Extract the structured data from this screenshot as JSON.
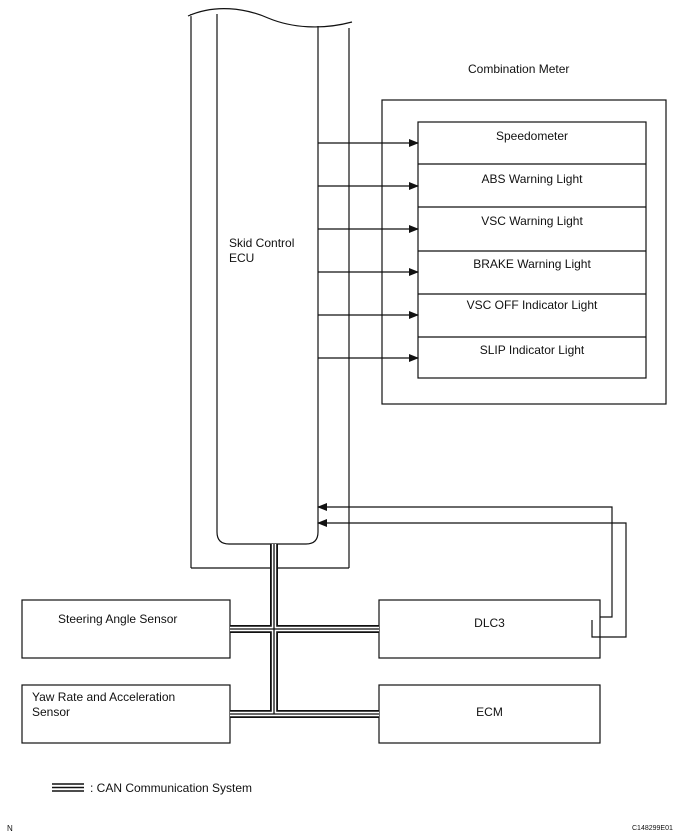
{
  "ecu": {
    "label_line1": "Skid Control",
    "label_line2": "ECU"
  },
  "combination_meter": {
    "title": "Combination Meter",
    "items": [
      "Speedometer",
      "ABS Warning Light",
      "VSC Warning Light",
      "BRAKE Warning Light",
      "VSC OFF Indicator Light",
      "SLIP Indicator Light"
    ]
  },
  "components": {
    "steering_angle_sensor": "Steering Angle Sensor",
    "yaw_rate_line1": "Yaw Rate and Acceleration",
    "yaw_rate_line2": "Sensor",
    "dlc3": "DLC3",
    "ecm": "ECM"
  },
  "legend": {
    "text": ": CAN Communication System"
  },
  "footer": {
    "left": "N",
    "right": "C148299E01"
  }
}
